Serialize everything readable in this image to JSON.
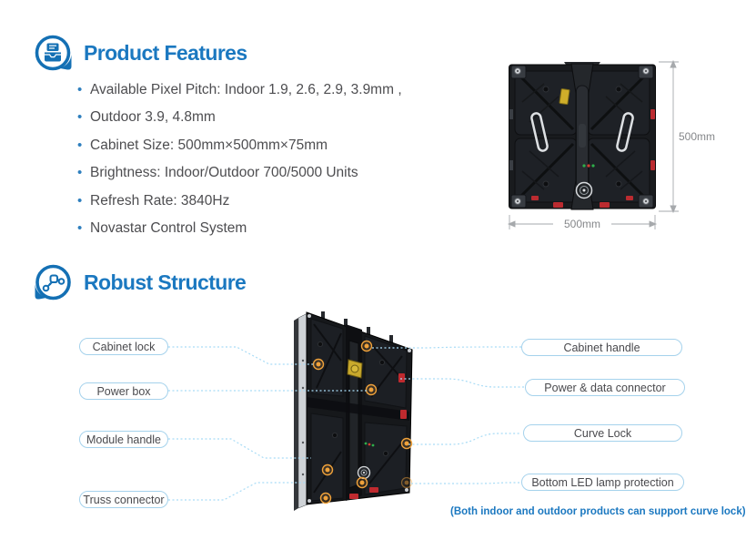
{
  "colors": {
    "accent_blue": "#1b78c0",
    "icon_blue": "#1470b4",
    "body_text": "#4d4d50",
    "bullet_dot": "#2e7fbe",
    "pill_border": "#a5d2ec",
    "leader_line": "#a9dcf6",
    "dimension_text": "#85878a",
    "cabinet_body": "#17191c",
    "marker_orange": "#f0a23b",
    "clip_red": "#bb2b30",
    "clip_yellow": "#cfae2a"
  },
  "product_features": {
    "title": "Product Features",
    "icon": "inbox-document-badge-icon",
    "bullets": [
      "Available Pixel Pitch: Indoor 1.9, 2.6, 2.9, 3.9mm ,",
      "Outdoor 3.9, 4.8mm",
      "Cabinet Size: 500mm×500mm×75mm",
      "Brightness: Indoor/Outdoor 700/5000 Units",
      "Refresh Rate: 3840Hz",
      "Novastar Control System"
    ],
    "cabinet_dimensions": {
      "height_label": "500mm",
      "width_label": "500mm"
    }
  },
  "robust_structure": {
    "title": "Robust Structure",
    "icon": "network-nodes-badge-icon",
    "callouts_left": [
      "Cabinet lock",
      "Power box",
      "Module handle",
      "Truss connector"
    ],
    "callouts_right": [
      "Cabinet handle",
      "Power & data connector",
      "Curve Lock",
      "Bottom LED lamp protection"
    ],
    "note": "(Both indoor and outdoor products can support curve lock)"
  }
}
